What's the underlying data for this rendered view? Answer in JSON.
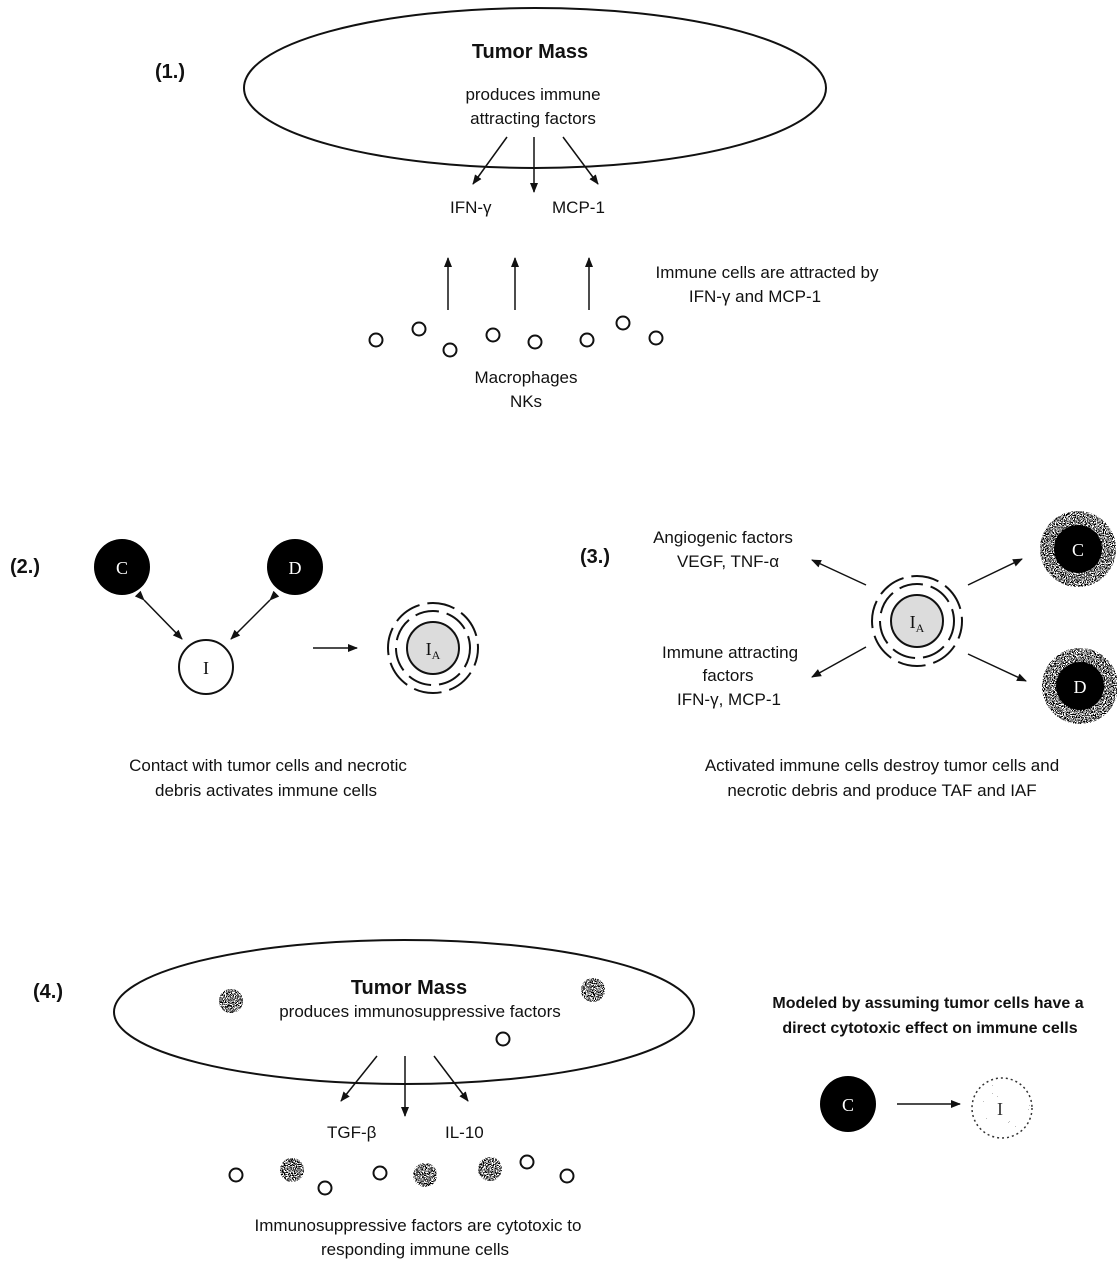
{
  "panel1": {
    "number": "(1.)",
    "mass_title": "Tumor Mass",
    "mass_line1": "produces immune",
    "mass_line2": "attracting factors",
    "factor_left": "IFN-γ",
    "factor_right": "MCP-1",
    "attract_line1": "Immune cells are attracted by",
    "attract_line2": "IFN-γ  and MCP-1",
    "cells_line1": "Macrophages",
    "cells_line2": "NKs"
  },
  "panel2": {
    "number": "(2.)",
    "cell_c": "C",
    "cell_d": "D",
    "cell_i": "I",
    "cell_ia_base": "I",
    "cell_ia_sub": "A",
    "caption1": "Contact with tumor cells and necrotic",
    "caption2": "debris activates immune cells"
  },
  "panel3": {
    "number": "(3.)",
    "angio_line1": "Angiogenic factors",
    "angio_line2": "VEGF, TNF-α",
    "iaf_line1": "Immune attracting",
    "iaf_line2": "factors",
    "iaf_line3": "IFN-γ, MCP-1",
    "cell_ia_base": "I",
    "cell_ia_sub": "A",
    "cell_c": "C",
    "cell_d": "D",
    "caption1": "Activated immune cells destroy tumor cells and",
    "caption2": "necrotic debris and produce TAF and IAF"
  },
  "panel4": {
    "number": "(4.)",
    "mass_title": "Tumor Mass",
    "mass_line1": "produces immunosuppressive factors",
    "factor_left": "TGF-β",
    "factor_right": "IL-10",
    "caption1": "Immunosuppressive factors are cytotoxic to",
    "caption2": "responding immune cells",
    "model_line1": "Modeled by assuming tumor cells have a",
    "model_line2": "direct cytotoxic effect on immune cells",
    "cell_c": "C",
    "cell_i": "I"
  }
}
